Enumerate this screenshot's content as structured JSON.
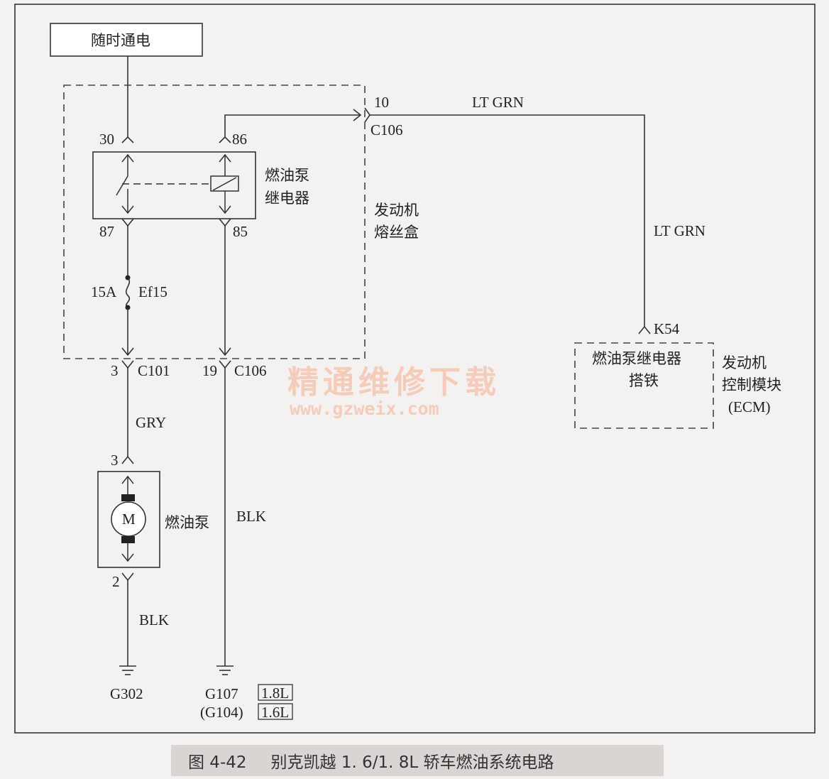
{
  "top_box": "随时通电",
  "relay": {
    "pin30": "30",
    "pin86": "86",
    "pin87": "87",
    "pin85": "85",
    "name_line1": "燃油泵",
    "name_line2": "继电器"
  },
  "fusebox": {
    "line1": "发动机",
    "line2": "熔丝盒"
  },
  "fuse": {
    "rating": "15A",
    "name": "Ef15"
  },
  "connectors": {
    "c106_pin": "10",
    "c106_name": "C106",
    "c101_pin": "3",
    "c101_name": "C101",
    "c106b_pin": "19",
    "c106b_name": "C106"
  },
  "wires": {
    "lt_grn_top": "LT GRN",
    "lt_grn_side": "LT GRN",
    "gry": "GRY",
    "blk_right": "BLK",
    "blk_left": "BLK"
  },
  "pump": {
    "pin_top": "3",
    "pin_bottom": "2",
    "motor": "M",
    "name": "燃油泵"
  },
  "ecm": {
    "pin": "K54",
    "box_line1": "燃油泵继电器",
    "box_line2": "搭铁",
    "name_line1": "发动机",
    "name_line2": "控制模块",
    "name_line3": "(ECM)"
  },
  "grounds": {
    "g302": "G302",
    "g107": "G107",
    "g107_tag": "1.8L",
    "g104": "(G104)",
    "g104_tag": "1.6L"
  },
  "watermark": {
    "line1": "精通维修下载",
    "line2": "www.gzweix.com"
  },
  "caption": {
    "number": "图 4-42",
    "title": "别克凯越 1. 6/1. 8L 轿车燃油系统电路"
  }
}
